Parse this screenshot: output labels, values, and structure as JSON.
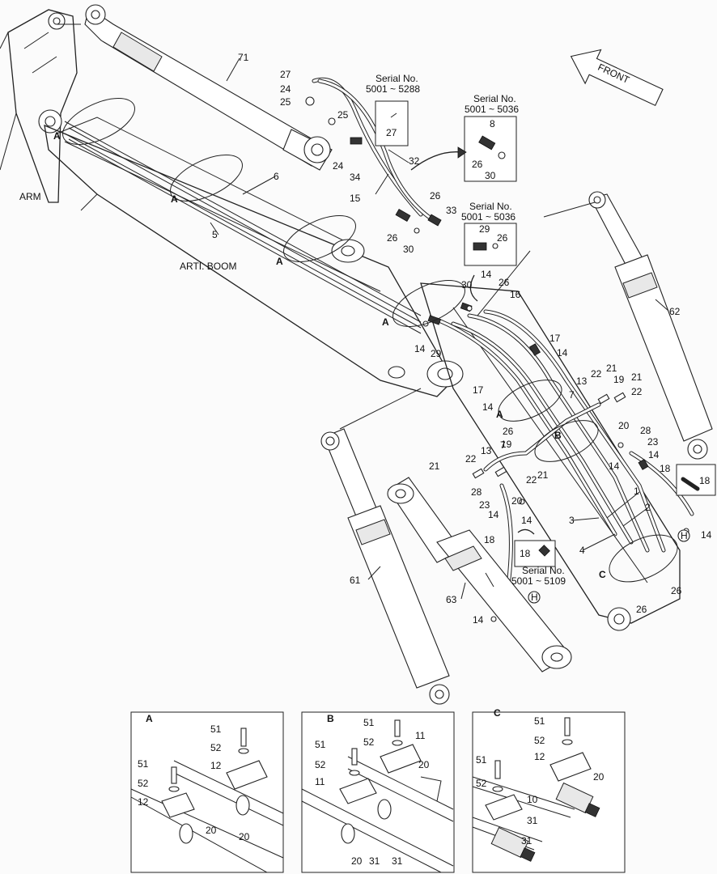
{
  "regions": {
    "arm": "ARM",
    "arti_boom": "ARTI. BOOM",
    "front": "FRONT"
  },
  "serials": {
    "s1_title": "Serial No.",
    "s1_range": "5001 ~ 5288",
    "s2_title": "Serial No.",
    "s2_range": "5001 ~ 5036",
    "s3_title": "Serial No.",
    "s3_range": "5001 ~ 5036",
    "s4_title": "Serial No.",
    "s4_range": "5001 ~ 5109"
  },
  "detail_labels": {
    "a": "A",
    "b": "B",
    "c": "C"
  },
  "markers": {
    "a": "A",
    "b": "B",
    "c": "C",
    "h": "H"
  },
  "callouts": {
    "n71": "71",
    "n27": "27",
    "n24": "24",
    "n25": "25",
    "n6": "6",
    "n5": "5",
    "n15": "15",
    "n32": "32",
    "n34": "34",
    "n26": "26",
    "n30": "30",
    "n33": "33",
    "n8": "8",
    "n29": "29",
    "n14": "14",
    "n16": "16",
    "n17": "17",
    "n62": "62",
    "n13": "13",
    "n22": "22",
    "n19": "19",
    "n21": "21",
    "n7": "7",
    "n20": "20",
    "n28": "28",
    "n23": "23",
    "n18": "18",
    "n1": "1",
    "n2": "2",
    "n3": "3",
    "n4": "4",
    "n61": "61",
    "n63": "63",
    "n51": "51",
    "n52": "52",
    "n12": "12",
    "n11": "11",
    "n10": "10",
    "n31": "31"
  }
}
